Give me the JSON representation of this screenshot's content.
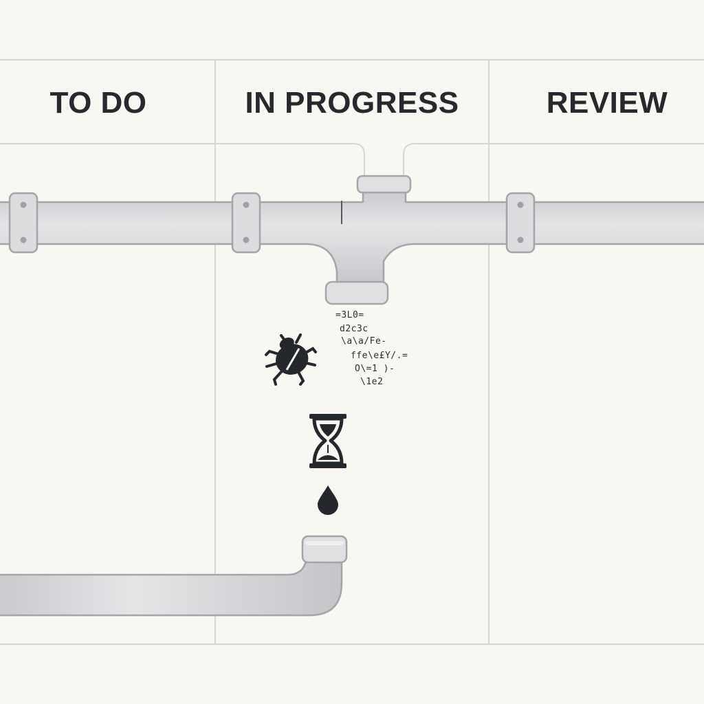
{
  "board": {
    "columns": [
      {
        "id": "todo",
        "title": "TO DO"
      },
      {
        "id": "in_progress",
        "title": "IN PROGRESS"
      },
      {
        "id": "review",
        "title": "REVIEW"
      }
    ]
  },
  "leak": {
    "code_lines": [
      "=3L0=",
      "d2c3c",
      "\\a\\a/Fe-",
      "ffe\\e£Y/.=",
      "O\\=1 )-",
      "\\1e2"
    ]
  },
  "icons": {
    "bug": "bug-icon",
    "hourglass": "hourglass-icon",
    "drop": "water-drop-icon"
  },
  "colors": {
    "background": "#f8f7f2",
    "grid_line": "#d6d6d3",
    "pipe_fill": "#d6d7d9",
    "pipe_outline": "#a3a5a9",
    "ink": "#26292e"
  }
}
